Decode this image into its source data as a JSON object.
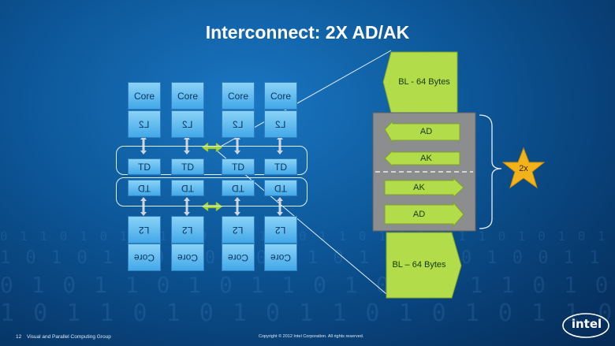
{
  "title": "Interconnect: 2X AD/AK",
  "top_cores": [
    {
      "core": "Core",
      "l2": "L2",
      "td": "TD"
    },
    {
      "core": "Core",
      "l2": "L2",
      "td": "TD"
    },
    {
      "core": "Core",
      "l2": "L2",
      "td": "TD"
    },
    {
      "core": "Core",
      "l2": "L2",
      "td": "TD"
    }
  ],
  "bottom_cores": [
    {
      "core": "Core",
      "l2": "L2",
      "td": "TD"
    },
    {
      "core": "Core",
      "l2": "L2",
      "td": "TD"
    },
    {
      "core": "Core",
      "l2": "L2",
      "td": "TD"
    },
    {
      "core": "Core",
      "l2": "L2",
      "td": "TD"
    }
  ],
  "zoom": {
    "bl_top": "BL - 64 Bytes",
    "ad_top": "AD",
    "ak_top": "AK",
    "ak_bottom": "AK",
    "ad_bottom": "AD",
    "bl_bottom": "BL – 64 Bytes"
  },
  "star_label": "2x",
  "footer": {
    "page_number": "12",
    "group": "Visual and Parallel Computing Group",
    "copyright": "Copyright © 2012 Intel Corporation. All rights reserved."
  },
  "logo_text": "intel",
  "colors": {
    "background": "#0c5596",
    "chip": "#5bb7ee",
    "green": "#a8d640",
    "gray": "#8a8c8e",
    "star": "#f2b21b"
  }
}
